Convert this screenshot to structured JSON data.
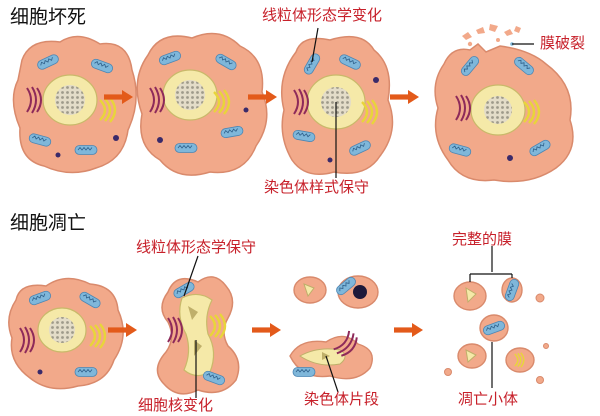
{
  "necrosis": {
    "title": "细胞坏死",
    "labels": {
      "mito_change": "线粒体形态学变化",
      "membrane_rupture": "膜破裂",
      "chromatin_preserved": "染色体样式保守"
    }
  },
  "apoptosis": {
    "title": "细胞凋亡",
    "labels": {
      "mito_preserved": "线粒体形态学保守",
      "nucleus_change": "细胞核变化",
      "chromatin_fragments": "染色体片段",
      "intact_membrane": "完整的膜",
      "apoptotic_bodies": "凋亡小体"
    }
  },
  "colors": {
    "cell_fill": "#F2A98A",
    "cell_edge": "#D98A6C",
    "nucleus": "#F5E9A8",
    "mito": "#7FB7DA",
    "golgi": "#E8D53A",
    "er": "#8E2A5A",
    "arrow": "#E35A1A",
    "label": "#C7202A"
  }
}
